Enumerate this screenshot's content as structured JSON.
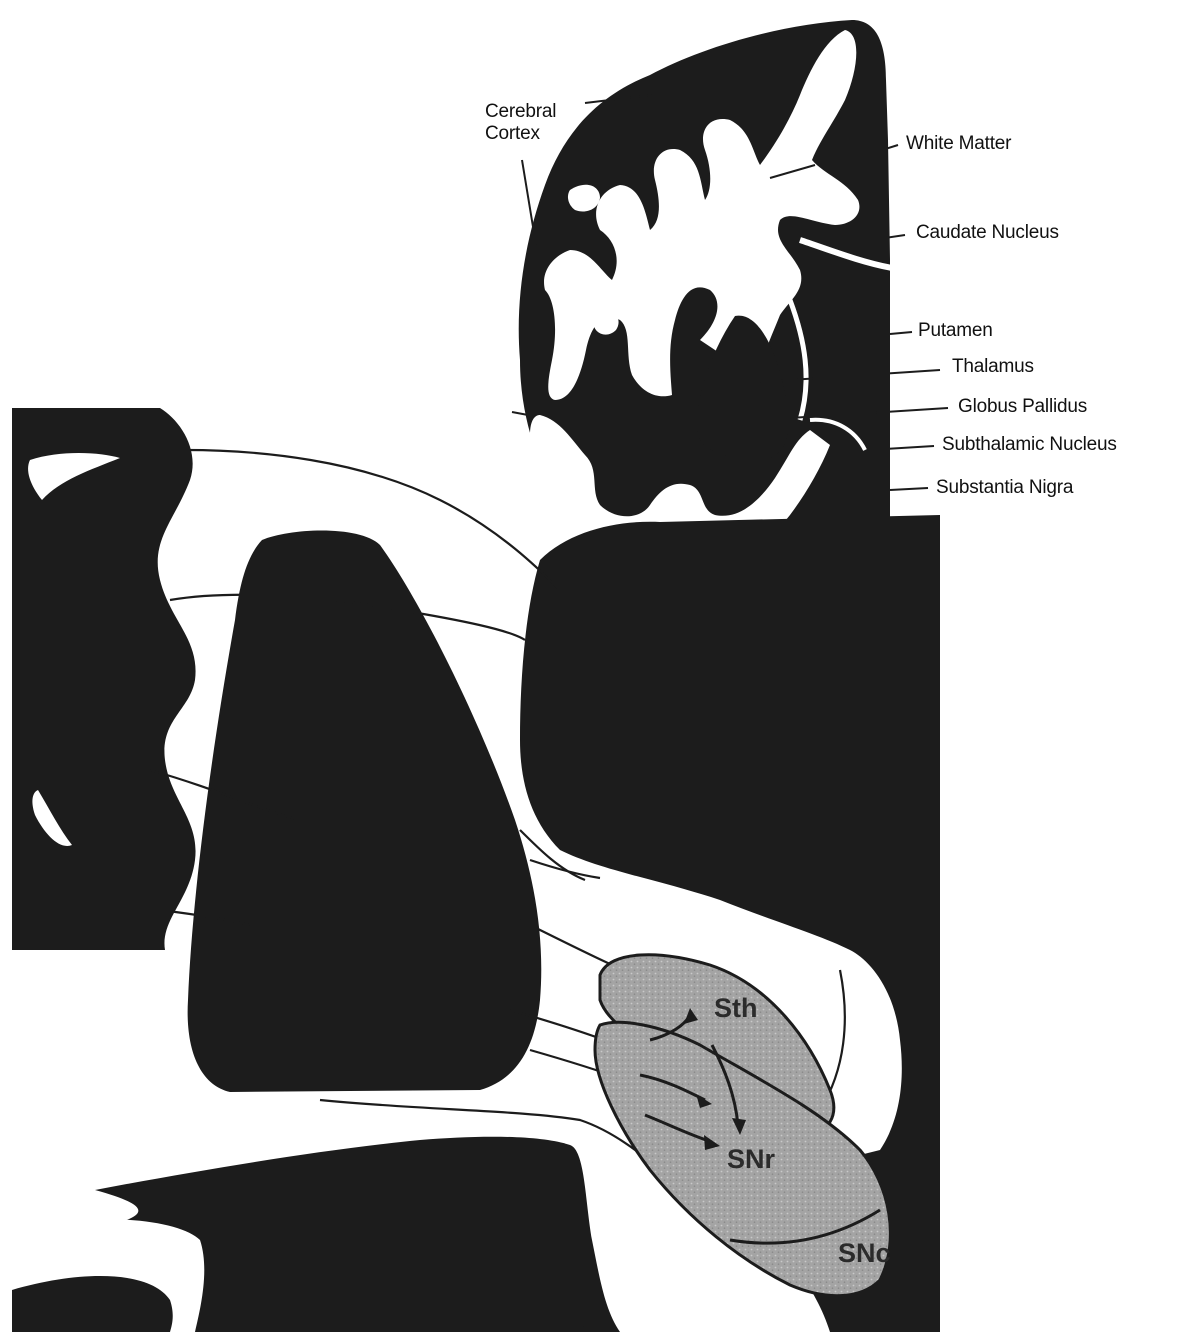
{
  "section_labels": {
    "cerebral_cortex": "Cerebral Cortex",
    "white_matter": "White Matter",
    "caudate_nucleus": "Caudate Nucleus",
    "putamen": "Putamen",
    "thalamus": "Thalamus",
    "globus_pallidus": "Globus Pallidus",
    "subthalamic_nucleus": "Subthalamic Nucleus",
    "substantia_nigra": "Substantia Nigra"
  },
  "detail_labels": {
    "sth": "Sth",
    "snr": "SNr",
    "snc": "SNc"
  },
  "colors": {
    "tissue": "#1c1c1c",
    "nucleus": "#a9a9a9",
    "background": "#ffffff"
  }
}
